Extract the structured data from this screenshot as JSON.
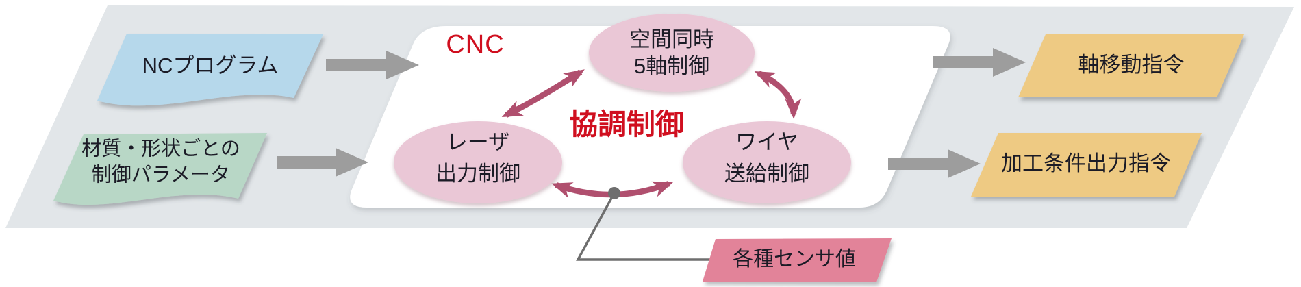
{
  "diagram": {
    "title": "CNC",
    "inputs": [
      {
        "id": "nc-program",
        "lines": [
          "NCプログラム"
        ]
      },
      {
        "id": "control-params",
        "lines": [
          "材質・形状ごとの",
          "制御パラメータ"
        ]
      }
    ],
    "cnc": {
      "label": "CNC",
      "center_label": "協調制御",
      "controls": [
        {
          "id": "five-axis",
          "lines": [
            "空間同時",
            "5軸制御"
          ]
        },
        {
          "id": "laser",
          "lines": [
            "レーザ",
            "出力制御"
          ]
        },
        {
          "id": "wire",
          "lines": [
            "ワイヤ",
            "送給制御"
          ]
        }
      ]
    },
    "outputs": [
      {
        "id": "axis-move",
        "lines": [
          "軸移動指令"
        ]
      },
      {
        "id": "machining-conditions",
        "lines": [
          "加工条件出力指令"
        ]
      }
    ],
    "sensor": {
      "lines": [
        "各種センサ値"
      ]
    }
  },
  "colors": {
    "panel_bg": "#e2e6e9",
    "cnc_bg": "#ffffff",
    "input_nc_fill": "#b6d8eb",
    "input_params_fill": "#b8d7c6",
    "output_fill": "#eeca83",
    "ellipse_fill": "#eac7d6",
    "sensor_fill": "#e28399",
    "arrow_gray": "#9d9d9d",
    "arc_rose": "#b04f6e",
    "red_text": "#d00f1f",
    "dark_text": "#1b1b26",
    "connector_gray": "#6e6e6e"
  }
}
